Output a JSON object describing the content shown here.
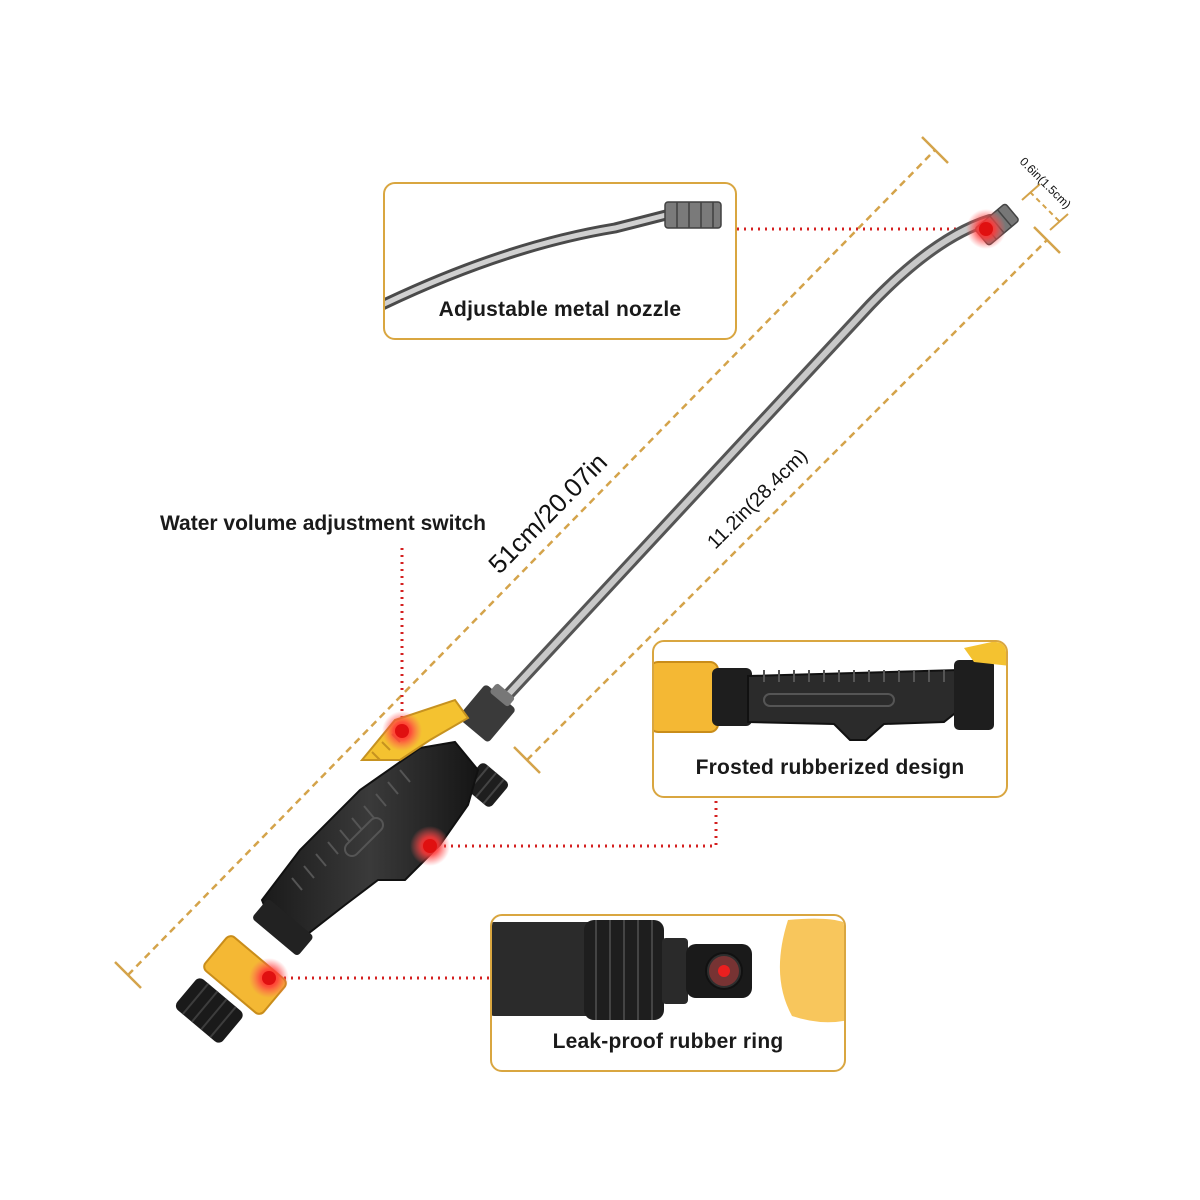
{
  "callouts": {
    "nozzle": "Adjustable metal nozzle",
    "switch": "Water volume adjustment switch",
    "grip": "Frosted rubberized design",
    "ring": "Leak-proof rubber ring"
  },
  "dimensions": {
    "total_length": "51cm/20.07in",
    "wand_length": "11.2in(28.4cm)",
    "nozzle_diameter": "0.6in(1.5cm)"
  },
  "colors": {
    "frame": "#d9a640",
    "dimension_line": "#d4a34a",
    "leader_dots": "#d42020",
    "marker": "#ff2020",
    "grip": "#2b2b2b",
    "accent_yellow": "#f4b834",
    "wand_metal": "#9a9a9a"
  }
}
